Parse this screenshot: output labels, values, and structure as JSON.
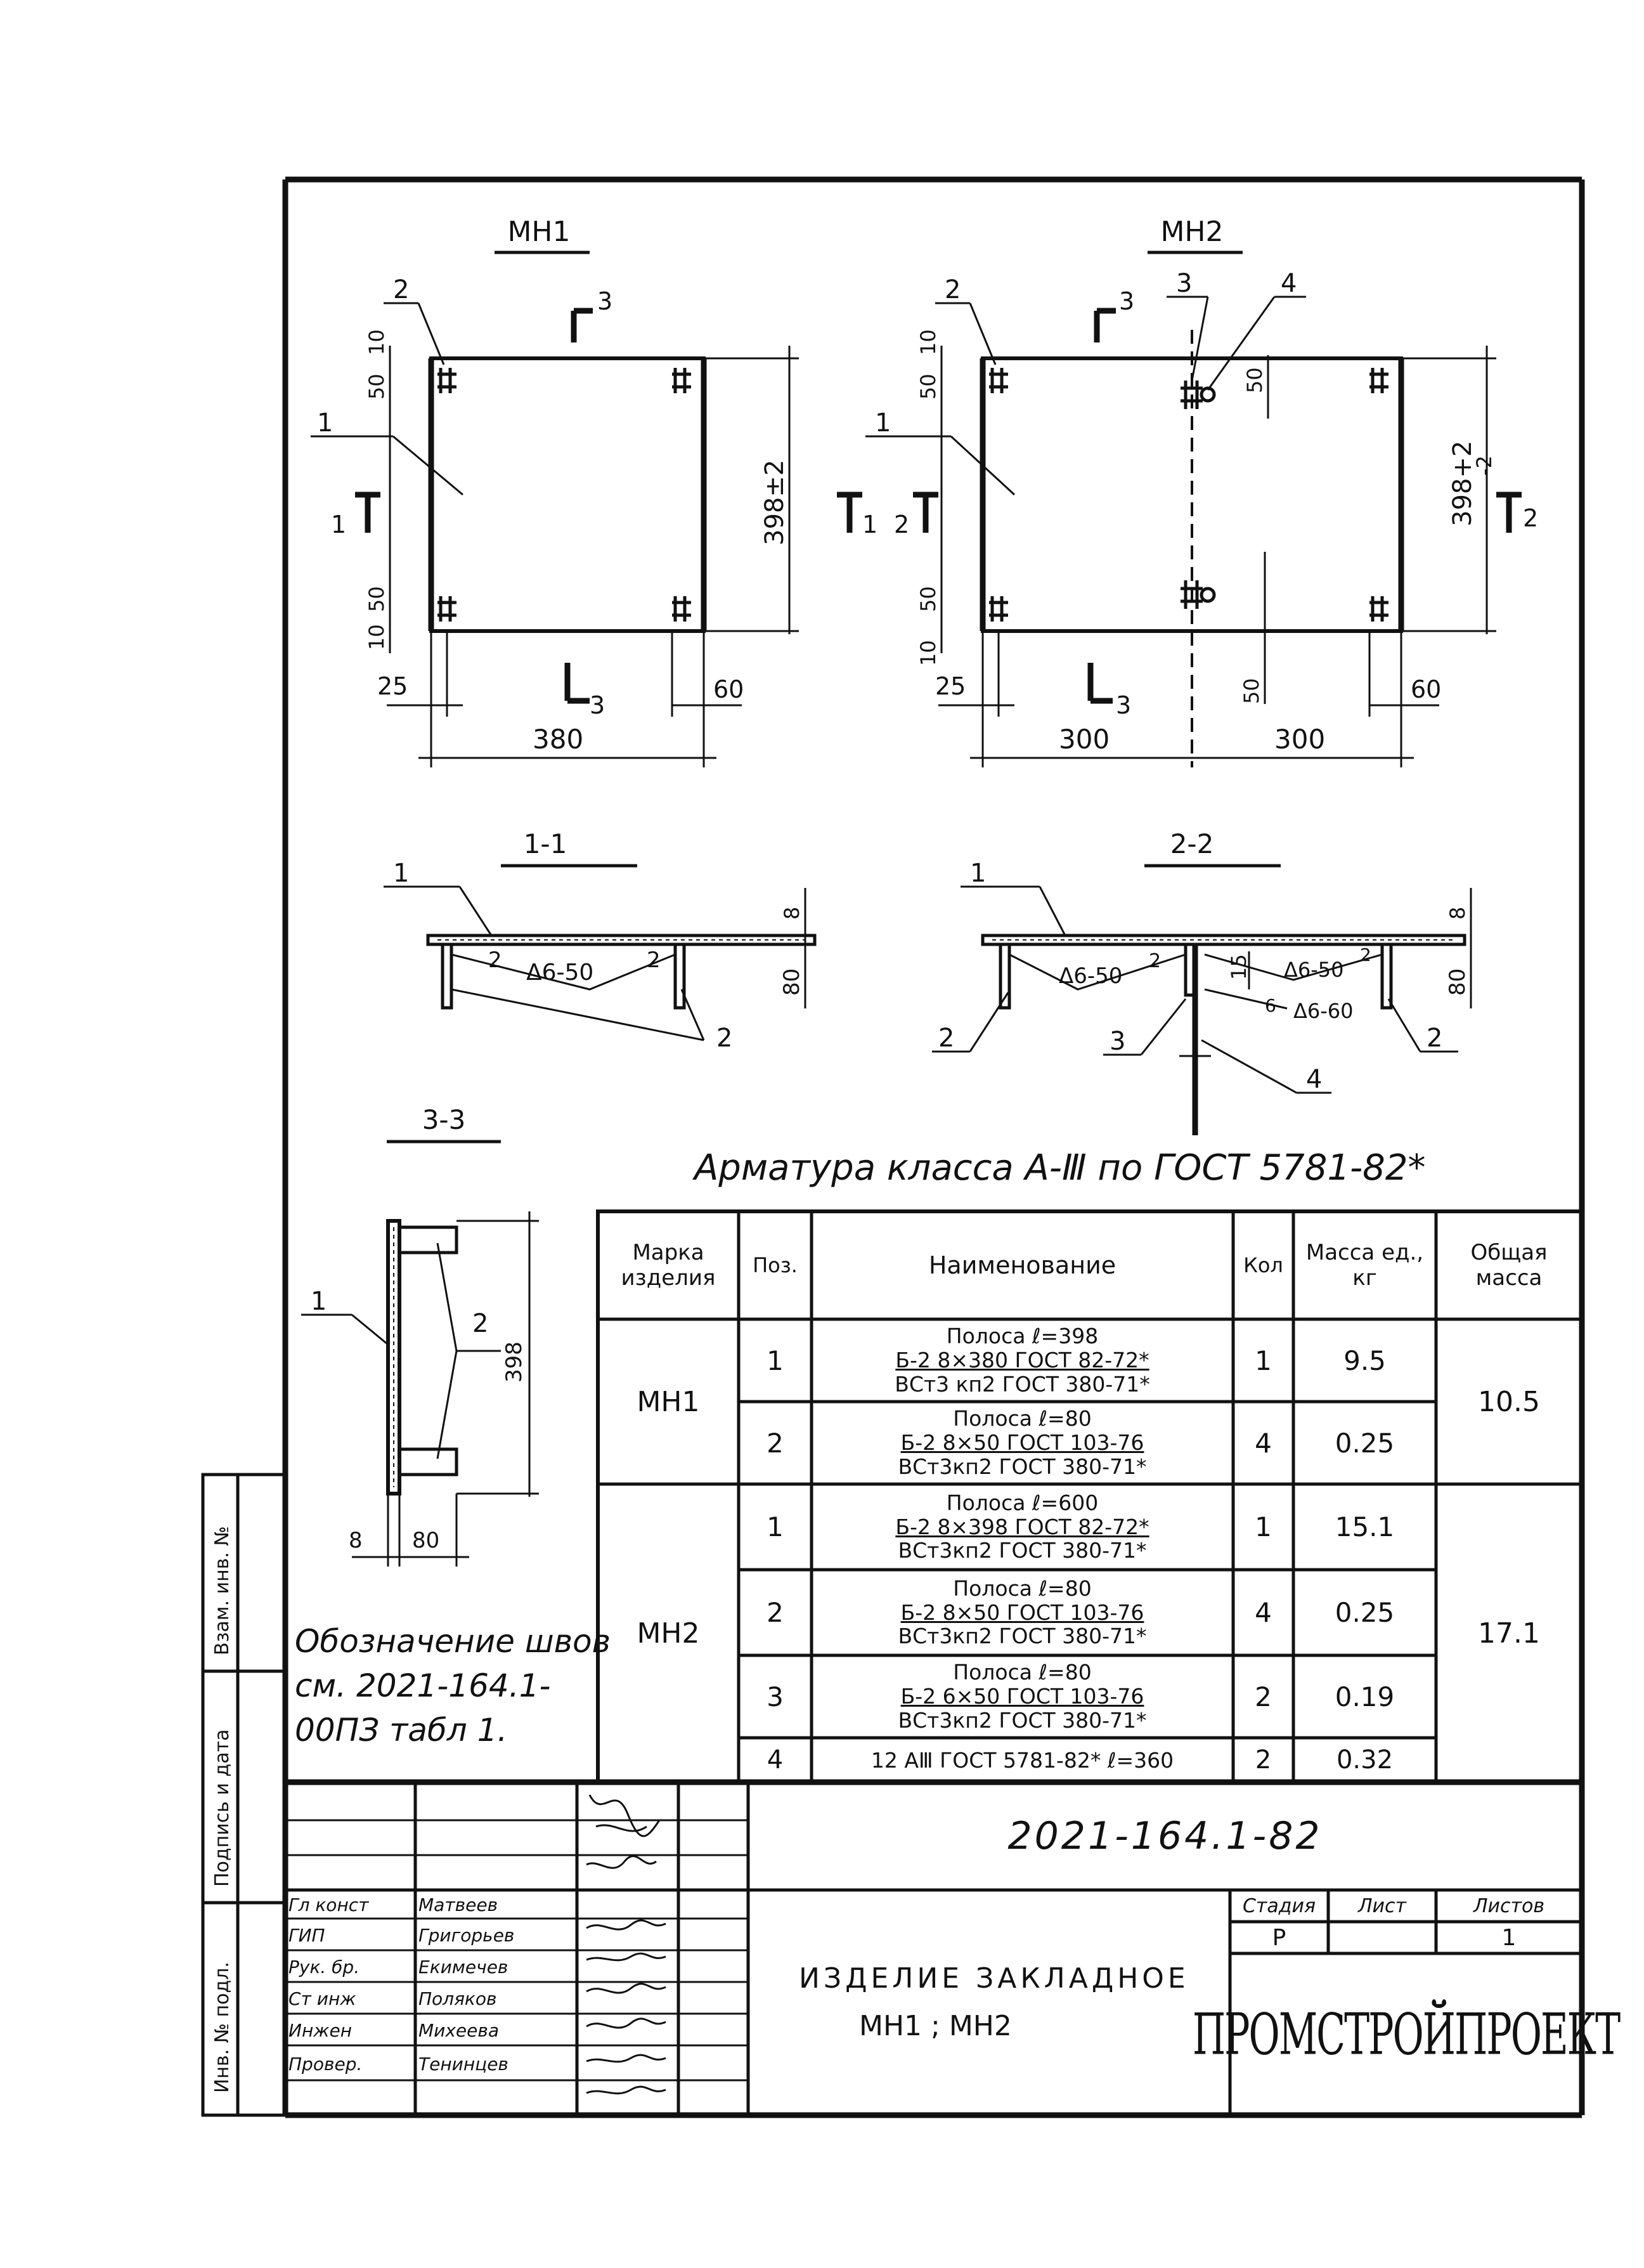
{
  "drawing": {
    "plan_mn1": {
      "title": "МН1",
      "pos_labels": [
        "1",
        "2"
      ],
      "section_marks": [
        "1",
        "1",
        "3",
        "3"
      ],
      "dims_left": [
        "10",
        "50",
        "50",
        "10"
      ],
      "dim_height": "398±2",
      "dim_bottom": [
        "25",
        "60",
        "380"
      ]
    },
    "plan_mn2": {
      "title": "МН2",
      "pos_labels": [
        "1",
        "2",
        "3",
        "4"
      ],
      "section_marks": [
        "2",
        "2",
        "3",
        "3"
      ],
      "dims_left": [
        "10",
        "50",
        "50",
        "10"
      ],
      "dims_center": [
        "50",
        "50"
      ],
      "dim_height": "398+2",
      "dim_height2": "-2",
      "dim_bottom": [
        "25",
        "60",
        "300",
        "300"
      ]
    },
    "section_1_1": {
      "title": "1-1",
      "pos_labels": [
        "1",
        "2"
      ],
      "weld_note": "Δ6-50",
      "weld_sides": [
        "2",
        "2"
      ],
      "dims": [
        "8",
        "80"
      ]
    },
    "section_2_2": {
      "title": "2-2",
      "pos_labels": [
        "1",
        "2",
        "2",
        "3",
        "4"
      ],
      "weld_note_left": "Δ6-50",
      "weld_note_right": "Δ6-50",
      "weld_note_bottom": "Δ6-60",
      "weld_sides": [
        "2",
        "2",
        "6"
      ],
      "dims": [
        "8",
        "80",
        "15"
      ]
    },
    "section_3_3": {
      "title": "3-3",
      "pos_labels": [
        "1",
        "2"
      ],
      "dims": [
        "398",
        "8",
        "80"
      ]
    },
    "reinforcement_note": "Арматура класса А-Ⅲ по ГОСТ 5781-82*",
    "weld_designation_note": [
      "Обозначение швов",
      "см. 2021-164.1-",
      "00ПЗ табл 1."
    ]
  },
  "spec_table": {
    "headers": [
      "Марка изделия",
      "Поз.",
      "Наименование",
      "Кол",
      "Масса ед., кг",
      "Общая масса"
    ],
    "groups": [
      {
        "mark": "МН1",
        "total_mass": "10.5",
        "rows": [
          {
            "pos": "1",
            "name": [
              "Полоса ℓ=398",
              "Б-2 8×380 ГОСТ 82-72*",
              "ВСт3 кп2 ГОСТ 380-71*"
            ],
            "qty": "1",
            "mass": "9.5"
          },
          {
            "pos": "2",
            "name": [
              "Полоса ℓ=80",
              "Б-2 8×50 ГОСТ 103-76",
              "ВСт3кп2 ГОСТ 380-71*"
            ],
            "qty": "4",
            "mass": "0.25"
          }
        ]
      },
      {
        "mark": "МН2",
        "total_mass": "17.1",
        "rows": [
          {
            "pos": "1",
            "name": [
              "Полоса ℓ=600",
              "Б-2 8×398 ГОСТ 82-72*",
              "ВСт3кп2 ГОСТ 380-71*"
            ],
            "qty": "1",
            "mass": "15.1"
          },
          {
            "pos": "2",
            "name": [
              "Полоса ℓ=80",
              "Б-2 8×50 ГОСТ 103-76",
              "ВСт3кп2 ГОСТ 380-71*"
            ],
            "qty": "4",
            "mass": "0.25"
          },
          {
            "pos": "3",
            "name": [
              "Полоса ℓ=80",
              "Б-2 6×50 ГОСТ 103-76",
              "ВСт3кп2 ГОСТ 380-71*"
            ],
            "qty": "2",
            "mass": "0.19"
          },
          {
            "pos": "4",
            "name": [
              "12 АⅢ ГОСТ 5781-82* ℓ=360"
            ],
            "qty": "2",
            "mass": "0.32"
          }
        ]
      }
    ]
  },
  "title_block": {
    "doc_code": "2021-164.1-82",
    "item_name": "Изделие закладное",
    "item_marks": "МН1 ; МН2",
    "stage_label": "Стадия",
    "stage_value": "Р",
    "sheet_label": "Лист",
    "sheet_value": "",
    "sheets_label": "Листов",
    "sheets_value": "1",
    "organization": "ПРОМСТРОЙПРОЕКТ",
    "signatures": [
      {
        "role": "Гл конст",
        "name": "Матвеев"
      },
      {
        "role": "ГИП",
        "name": "Григорьев"
      },
      {
        "role": "Рук. бр.",
        "name": "Екимечев"
      },
      {
        "role": "Ст инж",
        "name": "Поляков"
      },
      {
        "role": "Инжен",
        "name": "Михеева"
      },
      {
        "role": "Провер.",
        "name": "Тенинцев"
      }
    ]
  },
  "margin_stamp": {
    "labels": [
      "Инв. № подл.",
      "Подпись и дата",
      "Взам. инв. №"
    ]
  }
}
